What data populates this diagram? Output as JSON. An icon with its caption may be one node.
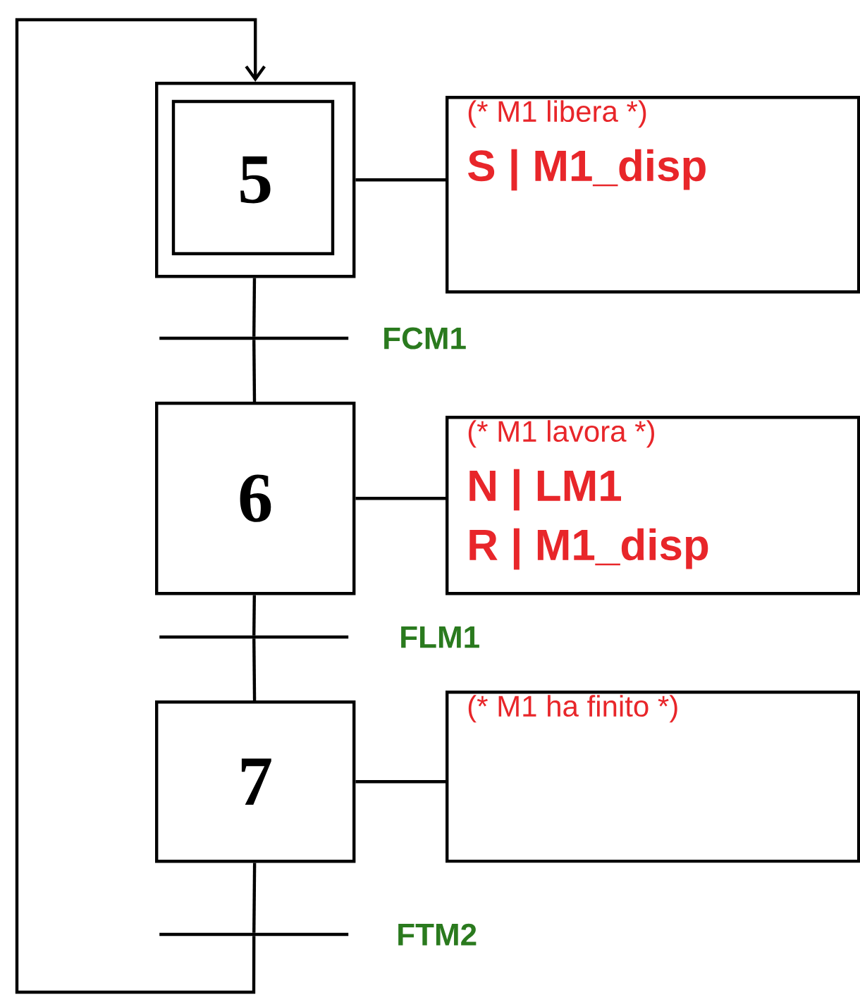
{
  "diagram": {
    "nodes": [
      {
        "text": [
          "5"
        ]
      },
      {
        "text": [
          "(* M1 libera *)",
          "S | M1_disp"
        ]
      },
      {
        "text": [],
        "shape": "bar",
        "beside": [
          "FCM1"
        ]
      },
      {
        "text": [
          "6"
        ]
      },
      {
        "text": [
          "(* M1 lavora *)",
          "N | LM1",
          "R | M1_disp"
        ]
      },
      {
        "text": [],
        "shape": "bar",
        "beside": [
          "FLM1"
        ]
      },
      {
        "text": [
          "7"
        ]
      },
      {
        "text": [
          "(* M1 ha finito *)"
        ]
      },
      {
        "text": [],
        "shape": "bar",
        "beside": [
          "FTM2"
        ]
      }
    ],
    "edges": [
      {
        "from": 0,
        "to": 2,
        "arrow": "none"
      },
      {
        "from": 2,
        "to": 3,
        "arrow": "none"
      },
      {
        "from": 3,
        "to": 5,
        "arrow": "none"
      },
      {
        "from": 5,
        "to": 6,
        "arrow": "none"
      },
      {
        "from": 6,
        "to": 8,
        "arrow": "none"
      },
      {
        "from": 8,
        "to": 0,
        "arrow": "to"
      },
      {
        "from": 0,
        "to": 1,
        "arrow": "none"
      },
      {
        "from": 3,
        "to": 4,
        "arrow": "none"
      },
      {
        "from": 6,
        "to": 7,
        "arrow": "none"
      }
    ]
  }
}
